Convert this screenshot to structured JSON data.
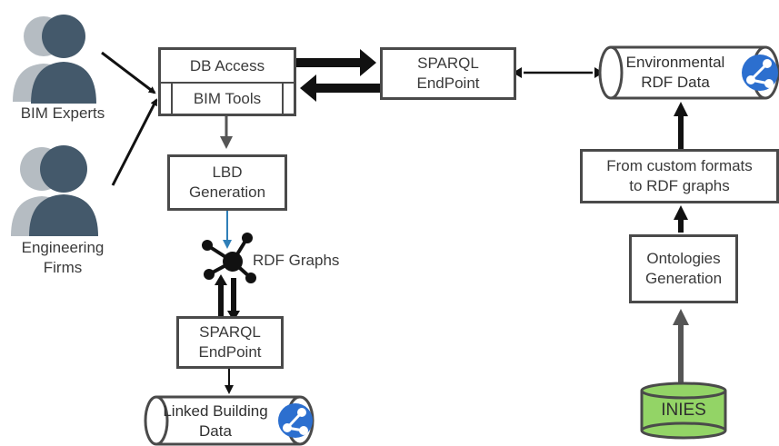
{
  "actors": {
    "bim_experts": "BIM Experts",
    "engineering_firms": "Engineering\nFirms"
  },
  "boxes": {
    "db_access": "DB Access",
    "bim_tools": "BIM Tools",
    "sparql_top": "SPARQL\nEndPoint",
    "lbd_generation": "LBD\nGeneration",
    "sparql_bottom": "SPARQL\nEndPoint",
    "from_custom": "From custom formats\nto RDF graphs",
    "ontologies": "Ontologies\nGeneration"
  },
  "stores": {
    "environmental": "Environmental\nRDF Data",
    "linked_building": "Linked Building\nData",
    "inies": "INIES"
  },
  "graph_label": "RDF Graphs",
  "colors": {
    "person": "#44596b",
    "person_shadow": "#b5bcc2",
    "border": "#4a4a4a",
    "inies_fill": "#93d466",
    "rdf_icon": "#2c6fcf",
    "blue_arrow": "#2f7fb8"
  },
  "icons": [
    "person-icon",
    "rdf-icon",
    "graph-node-icon"
  ]
}
